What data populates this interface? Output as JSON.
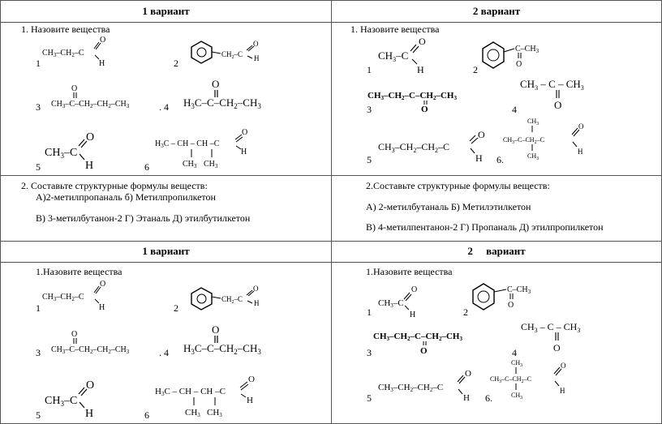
{
  "tables": [
    {
      "v1_title": "1 вариант",
      "v2_title": "2 вариант",
      "v1_task1": "1.   Назовите вещества",
      "v2_task1": "1.   Назовите вещества",
      "v1_task2_header": "2.   Составьте структурные формулы веществ:",
      "v1_task2_line1": "А)2-метилпропаналь     б)  Метилпропилкетон",
      "v1_task2_line2": "В) 3-метилбутанон-2    Г) Этаналь    Д)  этилбутилкетон",
      "v2_task2_header": "2.Составьте структурные формулы веществ:",
      "v2_task2_line1": "А) 2-метилбутаналь  Б) Метилэтилкетон",
      "v2_task2_line2": "В) 4-метилпентанон-2     Г) Пропаналь     Д)   этилпропилкетон"
    },
    {
      "v1_title": "1 вариант",
      "v2_title": "2     вариант",
      "v1_task1": "1.Назовите вещества",
      "v2_task1": "1.Назовите вещества"
    }
  ],
  "numbers": [
    "1",
    "2",
    "3",
    ". 4",
    "5",
    "6"
  ],
  "numbers_v2": [
    "1",
    "2",
    "3",
    "4",
    "5",
    "6."
  ],
  "formulas": {
    "propanal": "CH₃–CH₂–C",
    "butanone_chain": "CH₃–C–CH₂–CH₂–CH₃",
    "pentanone3": "H₃C–C–CH₂–CH₃",
    "ethanal": "CH₃–C",
    "dimethylbutanal_chain": "H₃C – CH – CH –C",
    "methyl": "CH₃",
    "pentanone3_v2": "CH₃–CH₂–C–CH₂–CH₃",
    "acetone": "CH₃ – C – CH₃",
    "butanal": "CH₃–CH₂–CH₂–C",
    "oxygen": "O",
    "hydrogen": "H",
    "ch2c": "CH₂C",
    "c_ch3": "C–CH₃"
  }
}
